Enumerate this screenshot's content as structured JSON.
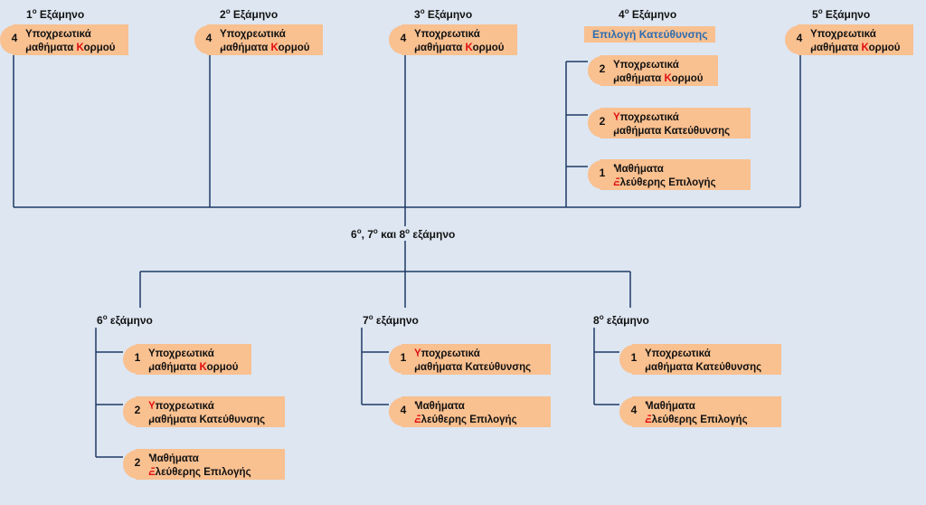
{
  "colors": {
    "box": "#f9c090",
    "line": "#1e3a66",
    "accent_red": "#e01010",
    "accent_blue": "#2c6cb0",
    "background": "#dde6f1"
  },
  "top_semesters": [
    {
      "num": "1",
      "sup": "ο",
      "word": " Εξάμηνο"
    },
    {
      "num": "2",
      "sup": "ο",
      "word": " Εξάμηνο"
    },
    {
      "num": "3",
      "sup": "ο",
      "word": " Εξάμηνο"
    },
    {
      "num": "4",
      "sup": "ο",
      "word": " Εξάμηνο"
    },
    {
      "num": "5",
      "sup": "ο",
      "word": " Εξάμηνο"
    }
  ],
  "core_course": {
    "count": "4",
    "line1": "Υποχρεωτικά",
    "line2_pre": "μαθήματα ",
    "line2_red": "Κ",
    "line2_post": "ορμού"
  },
  "fourth": {
    "label": "Επιλογή Κατεύθυνσης",
    "items": [
      {
        "count": "2",
        "line1_red": "",
        "line1": "Υποχρεωτικά",
        "line2_pre": "μαθήματα ",
        "line2_red": "Κ",
        "line2_post": "ορμού"
      },
      {
        "count": "2",
        "line1_red": "Υ",
        "line1": "ποχρεωτικά",
        "line2_pre": "μαθήματα Κατεύθυνσης",
        "line2_red": "",
        "line2_post": ""
      },
      {
        "count": "1",
        "line1_red": "",
        "line1": "Μαθήματα",
        "line2_pre": "",
        "line2_red": "Ε",
        "line2_post": "λεύθερης Επιλογής"
      }
    ]
  },
  "center": {
    "a": "6",
    "a_sup": "ο",
    "b": ", 7",
    "b_sup": "ο",
    "c": " και 8",
    "c_sup": "ο",
    "d": " εξάμηνο"
  },
  "bottom": [
    {
      "num": "6",
      "sup": "ο",
      "word": " εξάμηνο",
      "items": [
        {
          "count": "1",
          "line1_red": "",
          "line1": "Υποχρεωτικά",
          "line2_pre": "μαθήματα ",
          "line2_red": "Κ",
          "line2_post": "ορμού"
        },
        {
          "count": "2",
          "line1_red": "Υ",
          "line1": "ποχρεωτικά",
          "line2_pre": "μαθήματα Κατεύθυνσης",
          "line2_red": "",
          "line2_post": ""
        },
        {
          "count": "2",
          "line1_red": "",
          "line1": "Μαθήματα",
          "line2_pre": "",
          "line2_red": "Ε",
          "line2_post": "λεύθερης Επιλογής"
        }
      ]
    },
    {
      "num": "7",
      "sup": "ο",
      "word": " εξάμηνο",
      "items": [
        {
          "count": "1",
          "line1_red": "Υ",
          "line1": "ποχρεωτικά",
          "line2_pre": "μαθήματα Κατεύθυνσης",
          "line2_red": "",
          "line2_post": ""
        },
        {
          "count": "4",
          "line1_red": "",
          "line1": "Μαθήματα",
          "line2_pre": "",
          "line2_red": "Ε",
          "line2_post": "λεύθερης Επιλογής"
        }
      ]
    },
    {
      "num": "8",
      "sup": "ο",
      "word": " εξάμηνο",
      "items": [
        {
          "count": "1",
          "line1_red": "",
          "line1": "Υποχρεωτικά",
          "line2_pre": "μαθήματα Κατεύθυνσης",
          "line2_red": "",
          "line2_post": ""
        },
        {
          "count": "4",
          "line1_red": "",
          "line1": "Μαθήματα",
          "line2_pre": "",
          "line2_red": "Ε",
          "line2_post": "λεύθερης Επιλογής"
        }
      ]
    }
  ]
}
